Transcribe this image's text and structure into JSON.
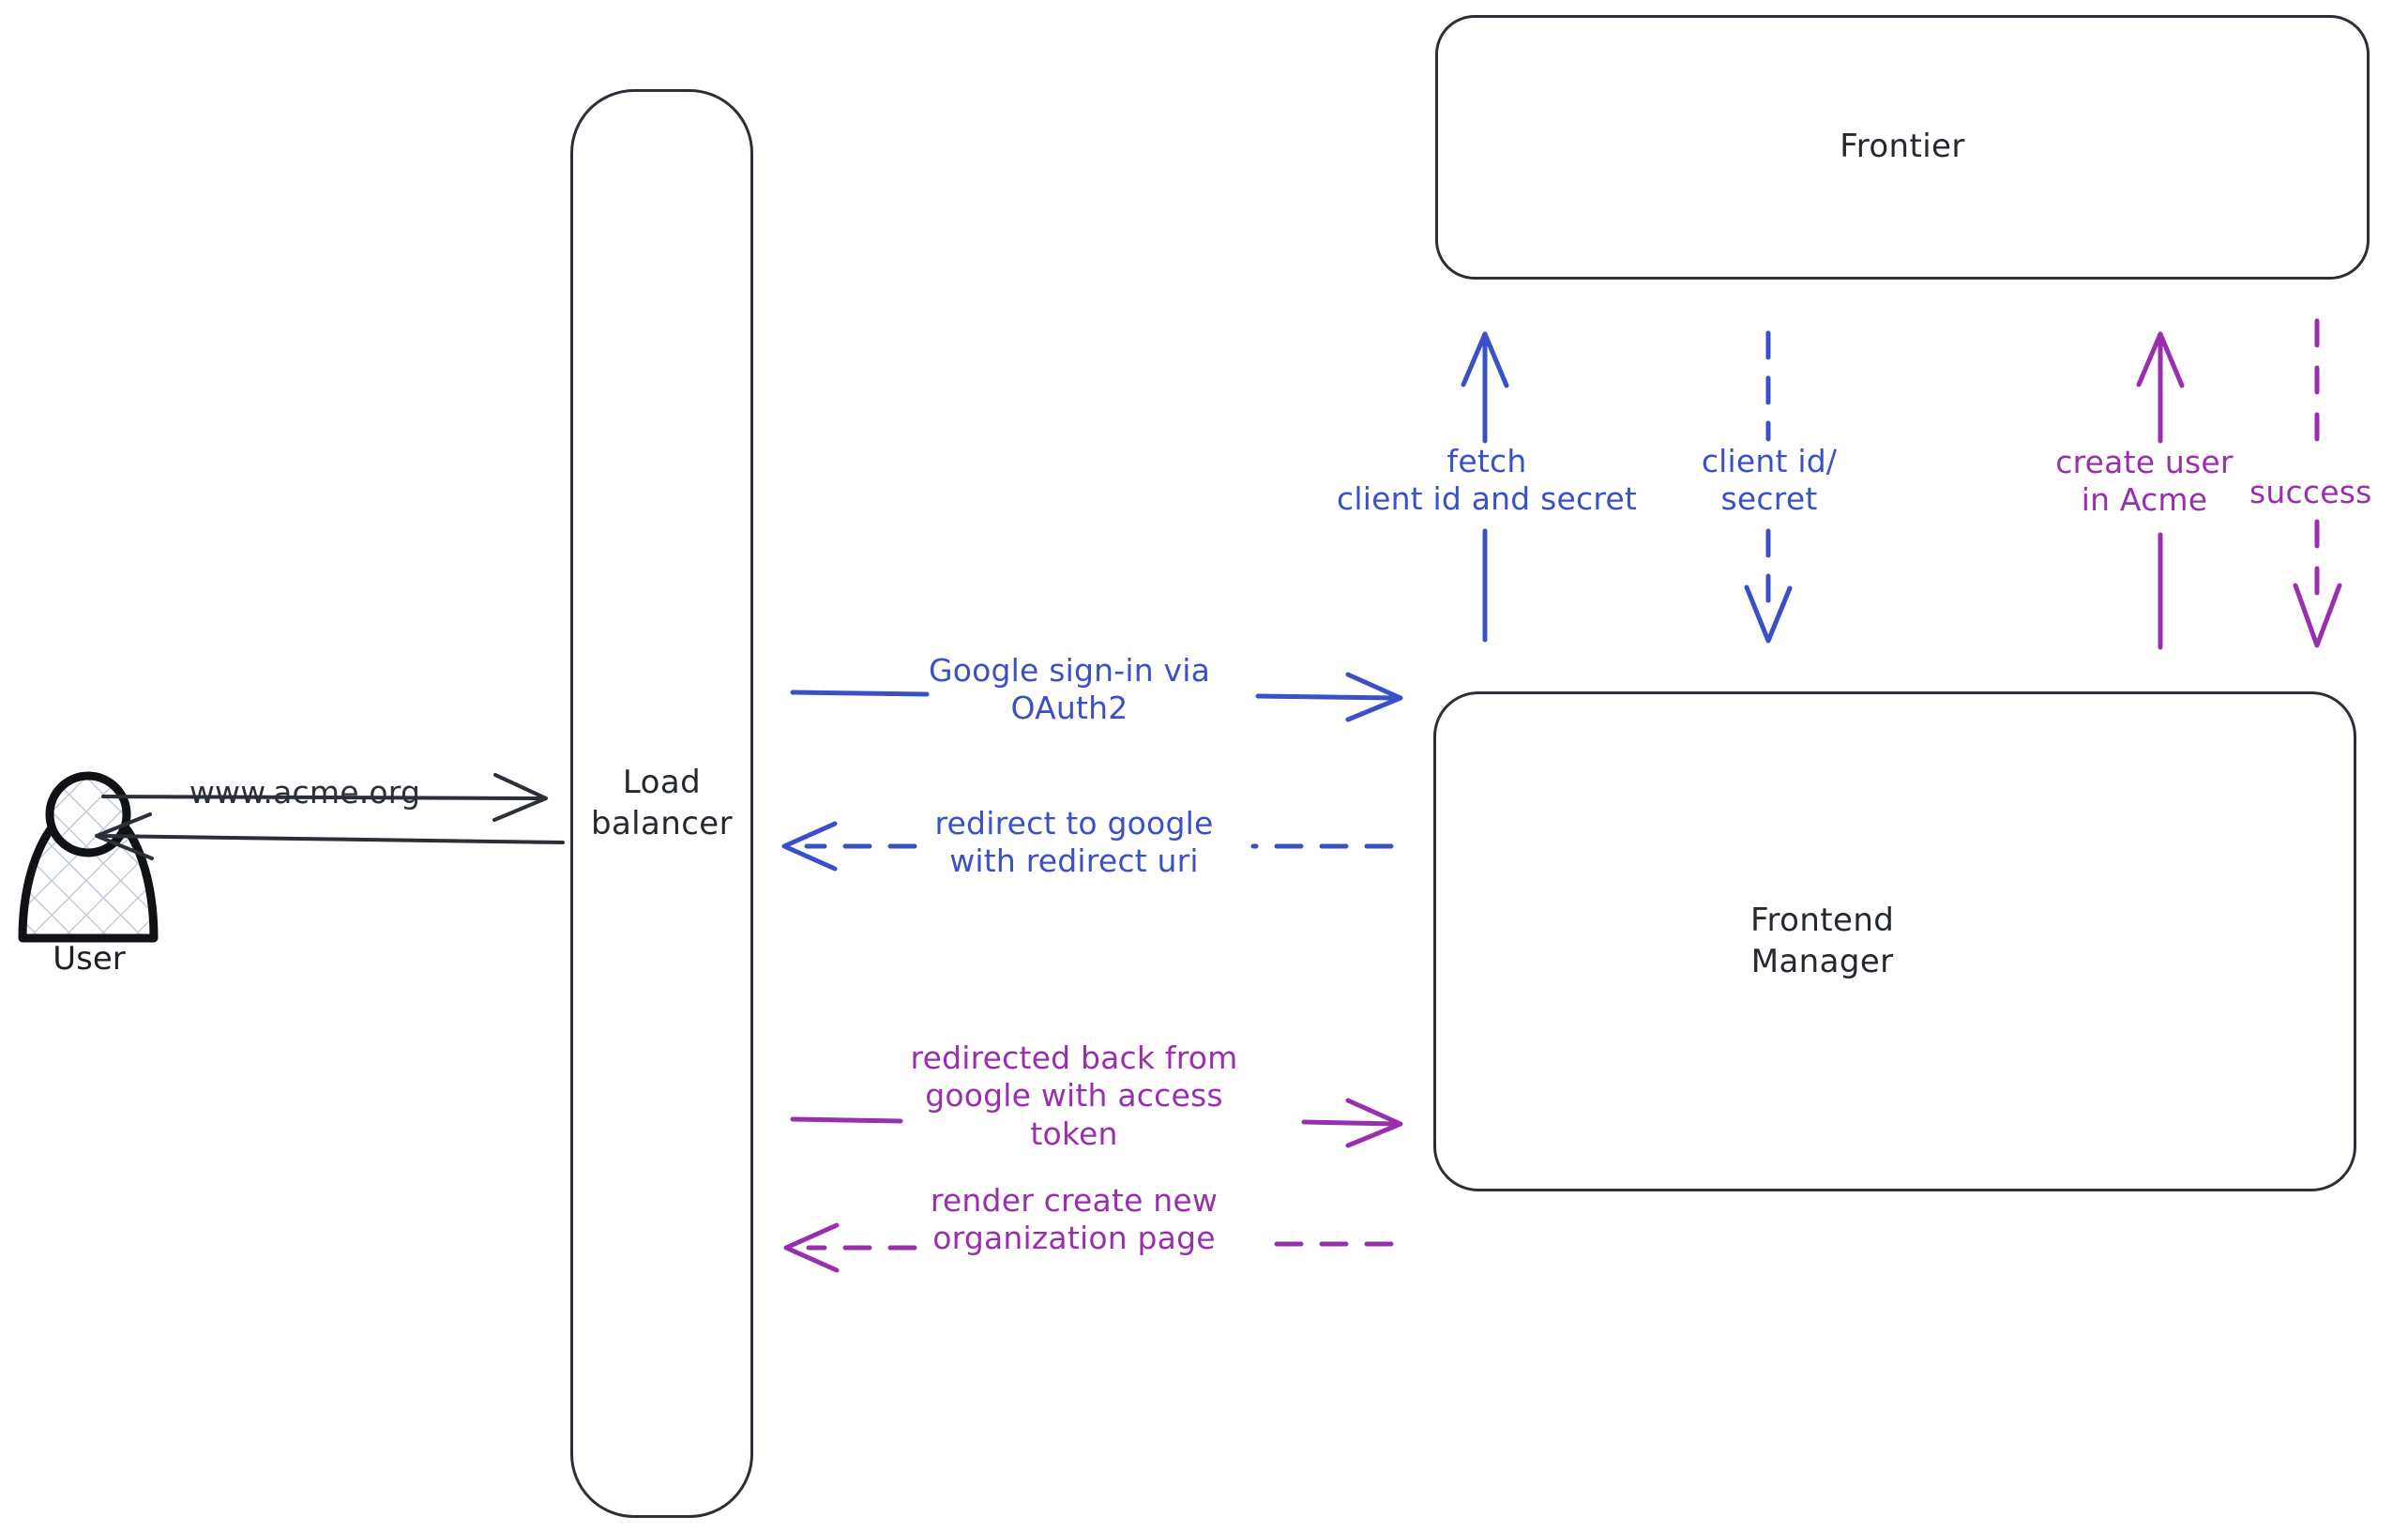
{
  "diagram": {
    "title": "OAuth2 Google sign-in sequence diagram",
    "colors": {
      "stroke_dark": "#2b2f38",
      "blue": "#3a50c6",
      "purple": "#9a2fae",
      "hatch": "#c3cbdb",
      "background": "#ffffff"
    },
    "actors": [
      {
        "id": "user",
        "name": "User",
        "label": "User",
        "icon": "user-actor-icon"
      }
    ],
    "nodes": [
      {
        "id": "load-balancer",
        "label": "Load\nbalancer"
      },
      {
        "id": "frontier",
        "label": "Frontier"
      },
      {
        "id": "frontend-manager",
        "label": "Frontend\nManager"
      }
    ],
    "edges": [
      {
        "id": "user-to-lb",
        "label": "www.acme.org",
        "from": "user",
        "to": "load-balancer",
        "color": "#2b2f38",
        "style": "solid",
        "direction": "right"
      },
      {
        "id": "lb-to-user",
        "label": "",
        "from": "load-balancer",
        "to": "user",
        "color": "#2b2f38",
        "style": "solid",
        "direction": "left"
      },
      {
        "id": "lb-to-fm-signin",
        "label": "Google sign-in via\nOAuth2",
        "from": "load-balancer",
        "to": "frontend-manager",
        "color": "#3a50c6",
        "style": "solid",
        "direction": "right"
      },
      {
        "id": "fm-to-lb-redirect",
        "label": "redirect to google\nwith redirect uri",
        "from": "frontend-manager",
        "to": "load-balancer",
        "color": "#3a50c6",
        "style": "dashed",
        "direction": "left"
      },
      {
        "id": "lb-to-fm-token",
        "label": "redirected back from\ngoogle with access\ntoken",
        "from": "load-balancer",
        "to": "frontend-manager",
        "color": "#9a2fae",
        "style": "solid",
        "direction": "right"
      },
      {
        "id": "fm-to-lb-render",
        "label": "render create new\norganization page",
        "from": "frontend-manager",
        "to": "load-balancer",
        "color": "#9a2fae",
        "style": "dashed",
        "direction": "left"
      },
      {
        "id": "fm-to-frontier-fetch",
        "label": "fetch\nclient id and secret",
        "from": "frontend-manager",
        "to": "frontier",
        "color": "#3a50c6",
        "style": "solid",
        "direction": "up"
      },
      {
        "id": "frontier-to-fm-creds",
        "label": "client id/\nsecret",
        "from": "frontier",
        "to": "frontend-manager",
        "color": "#3a50c6",
        "style": "dashed",
        "direction": "down"
      },
      {
        "id": "fm-to-frontier-create-user",
        "label": "create user\nin Acme",
        "from": "frontend-manager",
        "to": "frontier",
        "color": "#9a2fae",
        "style": "solid",
        "direction": "up"
      },
      {
        "id": "frontier-to-fm-success",
        "label": "success",
        "from": "frontier",
        "to": "frontend-manager",
        "color": "#9a2fae",
        "style": "dashed",
        "direction": "down"
      }
    ]
  }
}
